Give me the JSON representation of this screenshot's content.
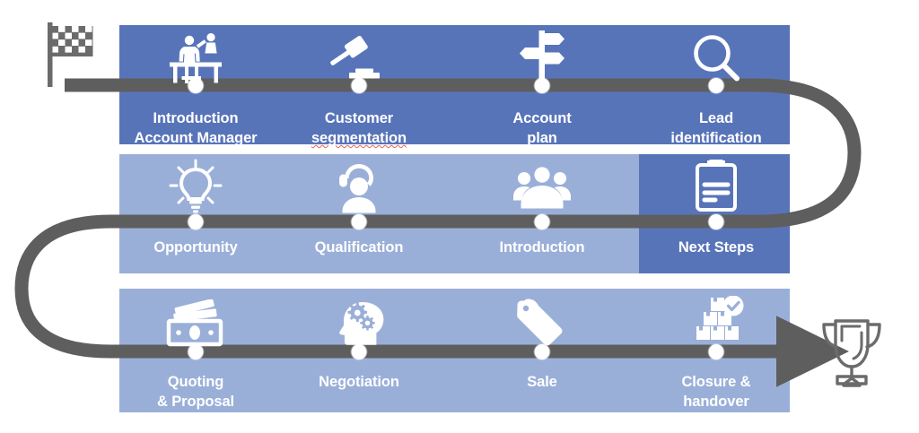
{
  "diagram": {
    "title": "Sales process journey roadmap",
    "colors": {
      "row_dark": "#5874b9",
      "row_light": "#9aafd8",
      "path": "#5e5e5e",
      "label": "#ffffff",
      "dot": "#ffffff",
      "spellcheck_underline": "#e8615a",
      "background": "#ffffff"
    },
    "start_marker": {
      "icon": "checkered-flag-icon",
      "label": ""
    },
    "end_marker": {
      "icon": "trophy-icon",
      "label": ""
    },
    "rows": [
      {
        "index": 0,
        "tone": "dark",
        "direction": "left-to-right",
        "cells": [
          {
            "label": "Introduction\nAccount Manager",
            "icon": "person-at-desk-icon",
            "highlighted": false,
            "misspelled": false
          },
          {
            "label": "Customer\nsegmentation",
            "icon": "gavel-icon",
            "highlighted": false,
            "misspelled": true,
            "misspelled_word": "segmentation"
          },
          {
            "label": "Account\nplan",
            "icon": "signpost-icon",
            "highlighted": false,
            "misspelled": false
          },
          {
            "label": "Lead\nidentification",
            "icon": "magnifier-icon",
            "highlighted": false,
            "misspelled": false
          }
        ]
      },
      {
        "index": 1,
        "tone": "light",
        "direction": "right-to-left",
        "cells": [
          {
            "label": "Opportunity",
            "icon": "lightbulb-icon",
            "highlighted": false,
            "misspelled": false
          },
          {
            "label": "Qualification",
            "icon": "headset-agent-icon",
            "highlighted": false,
            "misspelled": false
          },
          {
            "label": "Introduction",
            "icon": "group-of-people-icon",
            "highlighted": false,
            "misspelled": false
          },
          {
            "label": "Next Steps",
            "icon": "clipboard-icon",
            "highlighted": true,
            "misspelled": false
          }
        ]
      },
      {
        "index": 2,
        "tone": "light",
        "direction": "left-to-right",
        "cells": [
          {
            "label": "Quoting\n& Proposal",
            "icon": "money-banknote-icon",
            "highlighted": false,
            "misspelled": false
          },
          {
            "label": "Negotiation",
            "icon": "head-with-gears-icon",
            "highlighted": false,
            "misspelled": false
          },
          {
            "label": "Sale",
            "icon": "price-tag-icon",
            "highlighted": false,
            "misspelled": false
          },
          {
            "label": "Closure &\nhandover",
            "icon": "boxes-check-icon",
            "highlighted": false,
            "misspelled": false
          }
        ]
      }
    ]
  }
}
